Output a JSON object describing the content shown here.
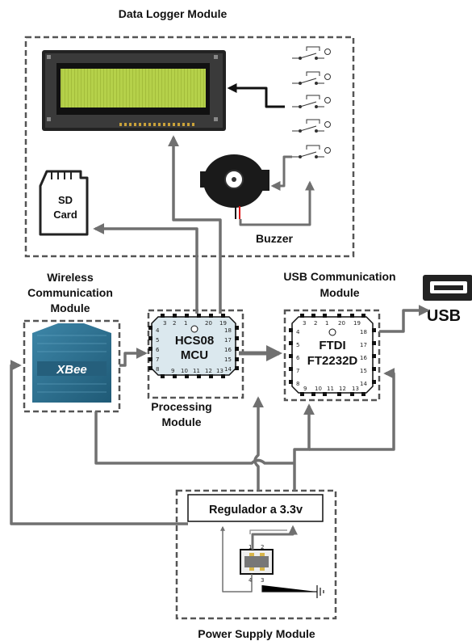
{
  "modules": {
    "data_logger": "Data Logger Module",
    "wireless": [
      "Wireless",
      "Communication",
      "Module"
    ],
    "processing": [
      "Processing",
      "Module"
    ],
    "usb": [
      "USB Communication",
      "Module"
    ],
    "power": "Power Supply Module"
  },
  "components": {
    "sd_card": [
      "SD",
      "Card"
    ],
    "buzzer": "Buzzer",
    "xbee": "XBee",
    "mcu": [
      "HCS08",
      "MCU"
    ],
    "ftdi": [
      "FTDI",
      "FT2232D"
    ],
    "regulator": "Regulador a 3.3v",
    "usb_plug": "USB"
  },
  "mcu_pins": {
    "top": [
      "3",
      "2",
      "1",
      "20",
      "19"
    ],
    "left": [
      "4",
      "5",
      "6",
      "7",
      "8"
    ],
    "right": [
      "18",
      "17",
      "16",
      "15",
      "14"
    ],
    "bottom": [
      "9",
      "10",
      "11",
      "12",
      "13"
    ]
  },
  "ftdi_pins": {
    "top": [
      "3",
      "2",
      "1",
      "20",
      "19"
    ],
    "left": [
      "4",
      "5",
      "6",
      "7",
      "8"
    ],
    "right": [
      "18",
      "17",
      "16",
      "15",
      "14"
    ],
    "bottom": [
      "9",
      "10",
      "11",
      "12",
      "13"
    ]
  },
  "usb_connector_pins": [
    "1",
    "2",
    "4",
    "3"
  ],
  "colors": {
    "lcd_screen": "#b5d14a",
    "lcd_frame": "#222222",
    "xbee": "#2e6f8e",
    "chip_body": "#dbe8ee",
    "wire": "#707070",
    "wire_dark": "#111111",
    "dash": "#555555"
  }
}
